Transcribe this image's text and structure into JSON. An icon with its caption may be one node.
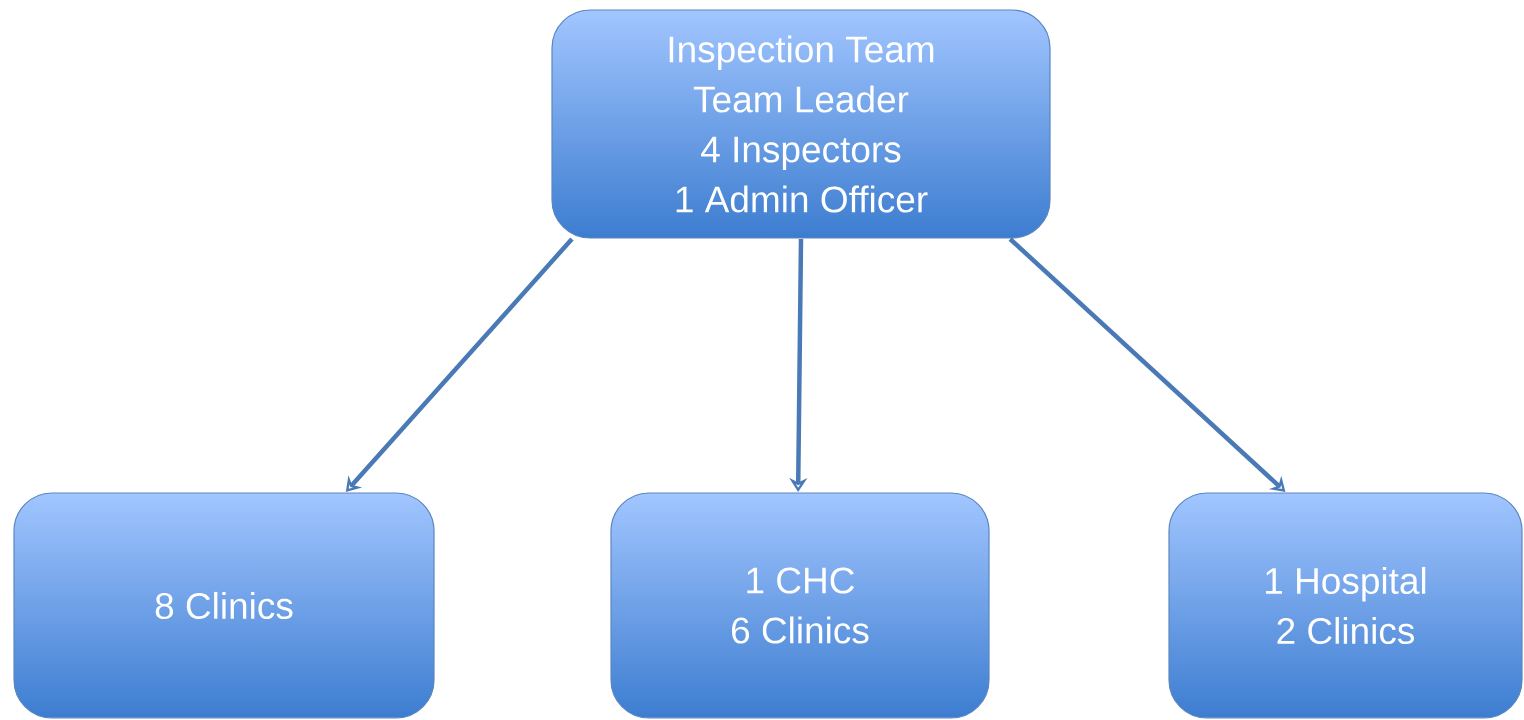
{
  "diagram": {
    "nodes": [
      {
        "text": [
          "Inspection Team",
          "Team Leader",
          "4 Inspectors",
          "1 Admin Officer"
        ]
      },
      {
        "text": [
          "8 Clinics"
        ]
      },
      {
        "text": [
          "1 CHC",
          "6 Clinics"
        ]
      },
      {
        "text": [
          "1 Hospital",
          "2 Clinics"
        ]
      }
    ],
    "edges": [
      {
        "from": 0,
        "to": 1,
        "arrow": "to"
      },
      {
        "from": 0,
        "to": 2,
        "arrow": "to"
      },
      {
        "from": 0,
        "to": 3,
        "arrow": "to"
      }
    ]
  }
}
